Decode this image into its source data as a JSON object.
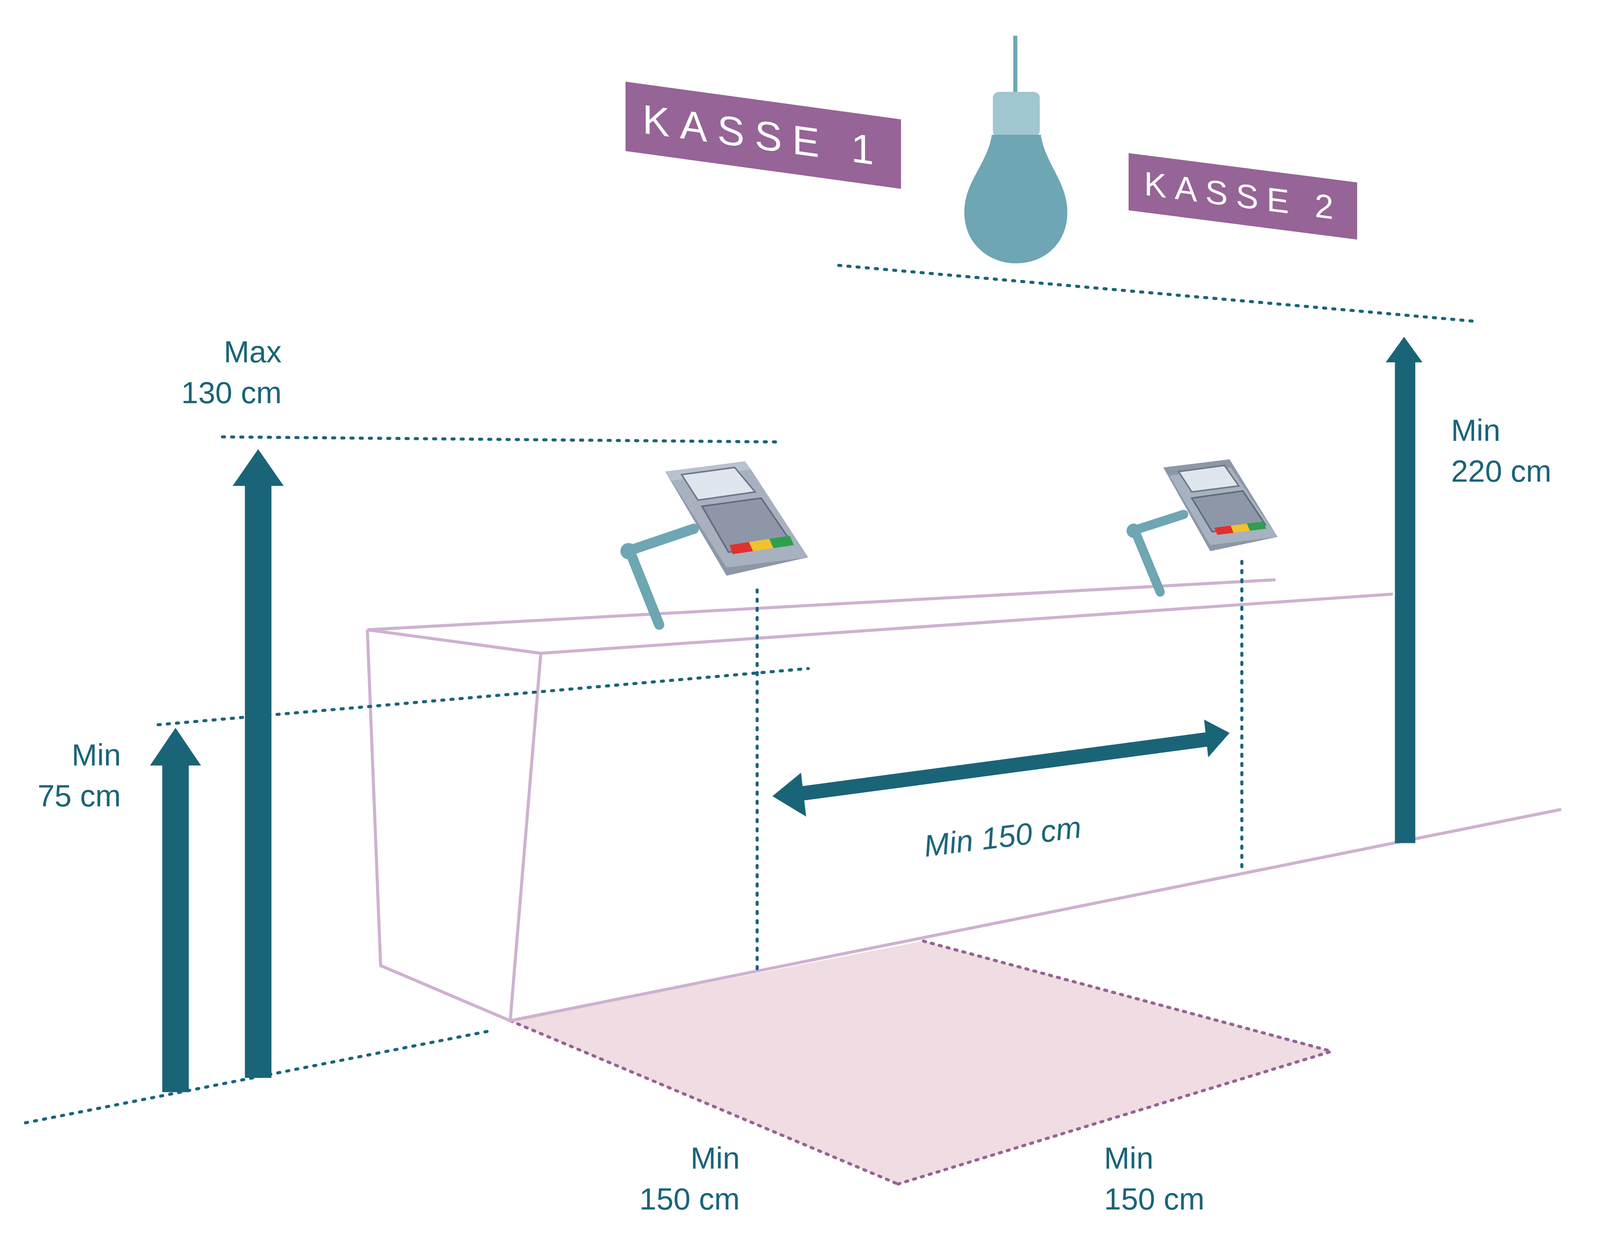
{
  "diagram": {
    "nodes": [
      {
        "text": [
          "KASSE 1"
        ]
      },
      {
        "text": [
          "KASSE 2"
        ]
      }
    ],
    "labels": [
      "Max 130 cm",
      "Min 75 cm",
      "Min 150 cm",
      "Min 220 cm",
      "Min 150 cm",
      "Min 150 cm"
    ]
  }
}
